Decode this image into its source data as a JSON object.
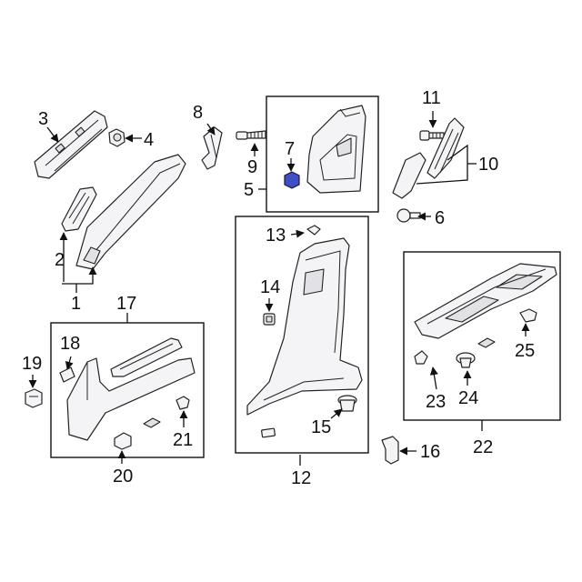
{
  "highlight_color": "#3f4fc4",
  "callouts": [
    {
      "id": "c1",
      "text": "1"
    },
    {
      "id": "c2",
      "text": "2"
    },
    {
      "id": "c3",
      "text": "3"
    },
    {
      "id": "c4",
      "text": "4"
    },
    {
      "id": "c5",
      "text": "5"
    },
    {
      "id": "c6",
      "text": "6"
    },
    {
      "id": "c7",
      "text": "7"
    },
    {
      "id": "c8",
      "text": "8"
    },
    {
      "id": "c9",
      "text": "9"
    },
    {
      "id": "c10",
      "text": "10"
    },
    {
      "id": "c11",
      "text": "11"
    },
    {
      "id": "c12",
      "text": "12"
    },
    {
      "id": "c13",
      "text": "13"
    },
    {
      "id": "c14",
      "text": "14"
    },
    {
      "id": "c15",
      "text": "15"
    },
    {
      "id": "c16",
      "text": "16"
    },
    {
      "id": "c17",
      "text": "17"
    },
    {
      "id": "c18",
      "text": "18"
    },
    {
      "id": "c19",
      "text": "19"
    },
    {
      "id": "c20",
      "text": "20"
    },
    {
      "id": "c21",
      "text": "21"
    },
    {
      "id": "c22",
      "text": "22"
    },
    {
      "id": "c23",
      "text": "23"
    },
    {
      "id": "c24",
      "text": "24"
    },
    {
      "id": "c25",
      "text": "25"
    }
  ]
}
